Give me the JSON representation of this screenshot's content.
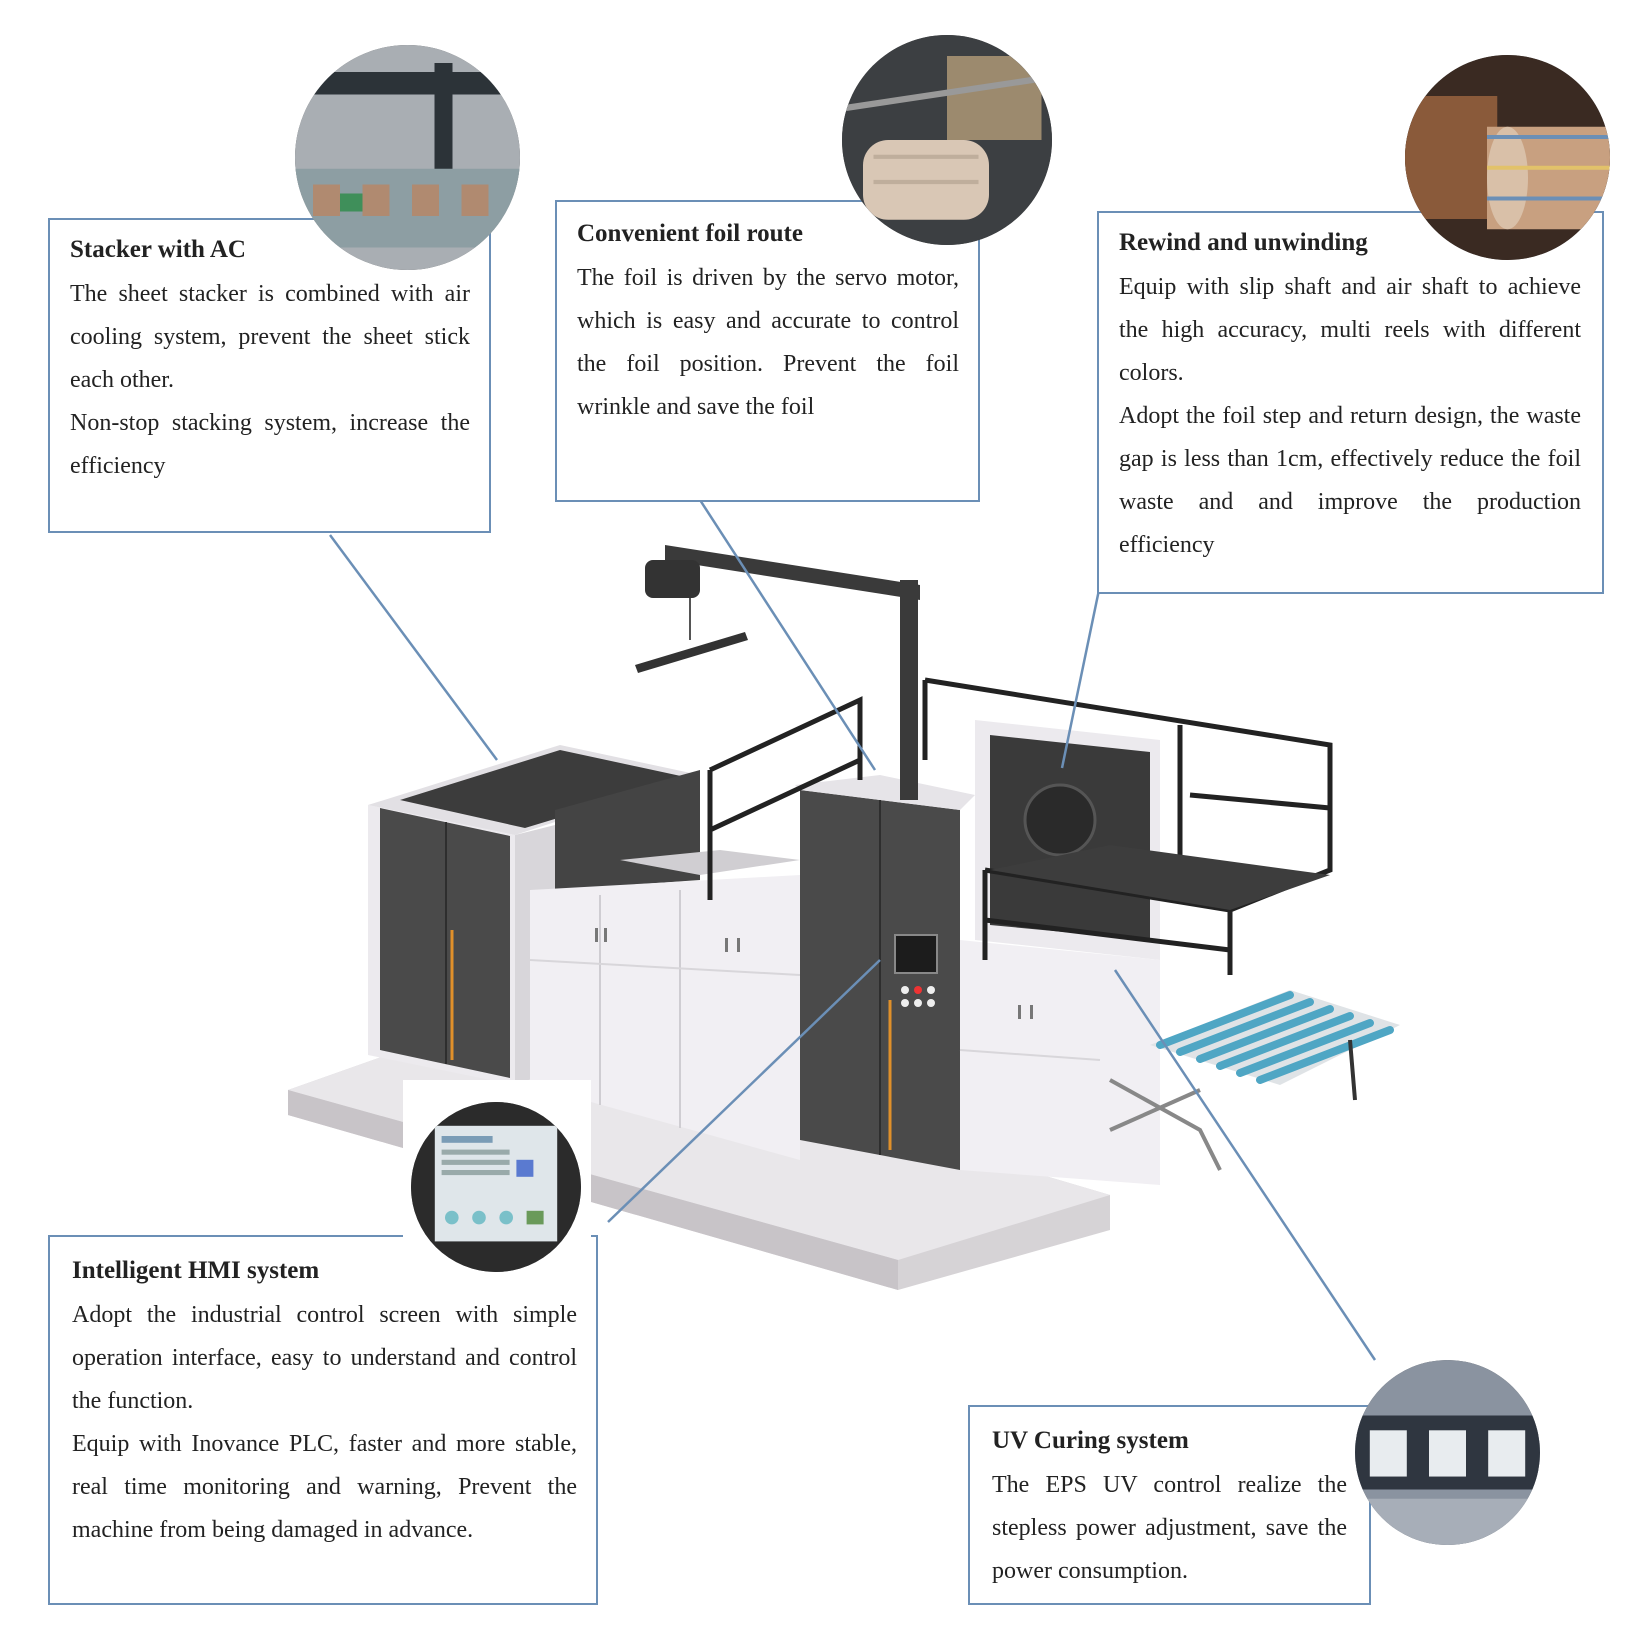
{
  "callouts": {
    "stacker": {
      "title": "Stacker with AC",
      "paragraphs": [
        "The sheet stacker is combined with air cooling system, prevent the sheet stick each other.",
        "Non-stop stacking system, increase the efficiency"
      ],
      "photo_icon": "stacker-photo-icon"
    },
    "foil_route": {
      "title": "Convenient foil route",
      "paragraphs": [
        "The foil is driven by the servo motor, which is easy and accurate to control the foil position. Prevent the foil wrinkle and save the foil"
      ],
      "photo_icon": "foil-roller-photo-icon"
    },
    "rewind": {
      "title": "Rewind and unwinding",
      "paragraphs": [
        "Equip with slip shaft and air shaft to achieve the high accuracy, multi reels with different colors.",
        "Adopt the foil step and return design, the waste gap is less than 1cm, effectively reduce the foil waste and and improve the production efficiency"
      ],
      "photo_icon": "foil-reel-photo-icon"
    },
    "hmi": {
      "title": "Intelligent HMI system",
      "paragraphs": [
        "Adopt the industrial control screen with simple operation interface, easy to understand and control the function.",
        "Equip with Inovance PLC, faster and more stable, real time monitoring and warning, Prevent the machine from being damaged in advance."
      ],
      "photo_icon": "hmi-screen-photo-icon"
    },
    "uv": {
      "title": "UV Curing system",
      "paragraphs": [
        "The EPS UV control realize the stepless power adjustment, save the power consumption."
      ],
      "photo_icon": "uv-lamp-photo-icon"
    }
  },
  "colors": {
    "callout_border": "#6b8fb6",
    "leader_line": "#6b8fb6",
    "machine_dark": "#4a4a4a",
    "machine_panel": "#eceaee",
    "conveyor_blue": "#4fa6c4",
    "accent_orange": "#e0902a"
  }
}
